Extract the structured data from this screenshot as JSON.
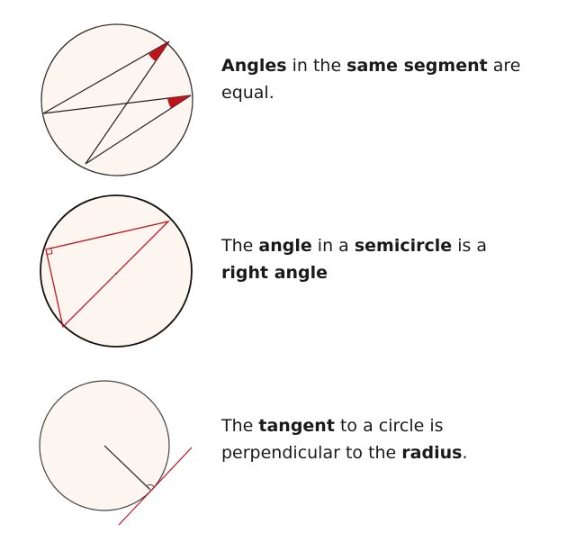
{
  "colors": {
    "circle_fill": "#fdf6f0",
    "circle_stroke": "#333333",
    "accent_red": "#c0141c",
    "text": "#1a1a1a"
  },
  "theorems": [
    {
      "id": "same-segment",
      "diagram": "angles-in-same-segment",
      "caption": [
        {
          "text": "Angles",
          "bold": true
        },
        {
          "text": " in the ",
          "bold": false
        },
        {
          "text": "same segment",
          "bold": true
        },
        {
          "text": " are equal.",
          "bold": false
        }
      ]
    },
    {
      "id": "semicircle",
      "diagram": "angle-in-semicircle",
      "caption": [
        {
          "text": "The ",
          "bold": false
        },
        {
          "text": "angle",
          "bold": true
        },
        {
          "text": " in a ",
          "bold": false
        },
        {
          "text": "semicircle",
          "bold": true
        },
        {
          "text": " is a ",
          "bold": false
        },
        {
          "text": "right angle",
          "bold": true
        }
      ]
    },
    {
      "id": "tangent-radius",
      "diagram": "tangent-perpendicular-radius",
      "caption": [
        {
          "text": "The ",
          "bold": false
        },
        {
          "text": "tangent",
          "bold": true
        },
        {
          "text": " to a circle is perpendicular to the ",
          "bold": false
        },
        {
          "text": "radius",
          "bold": true
        },
        {
          "text": ".",
          "bold": false
        }
      ]
    }
  ]
}
